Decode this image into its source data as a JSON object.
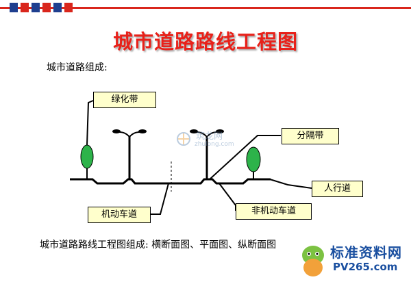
{
  "title": "城市道路路线工程图",
  "subtitle": "城市道路组成:",
  "labels": {
    "green_belt": "绿化带",
    "divider_belt": "分隔带",
    "sidewalk": "人行道",
    "motor_lane": "机动车道",
    "non_motor_lane": "非机动车道"
  },
  "footer": "城市道路路线工程图组成: 横断面图、平面图、纵断面图",
  "watermark": {
    "center_text": "筑龙网",
    "center_url": "zhulong.com",
    "corner_text": "标准资料网",
    "corner_url": "PV265.com"
  },
  "colors": {
    "title": "#e8211a",
    "label_fill": "#ffffcc",
    "tree": "#2db34a",
    "topbar_red": "#d9261c",
    "topbar_blue": "#1f3f8f"
  }
}
